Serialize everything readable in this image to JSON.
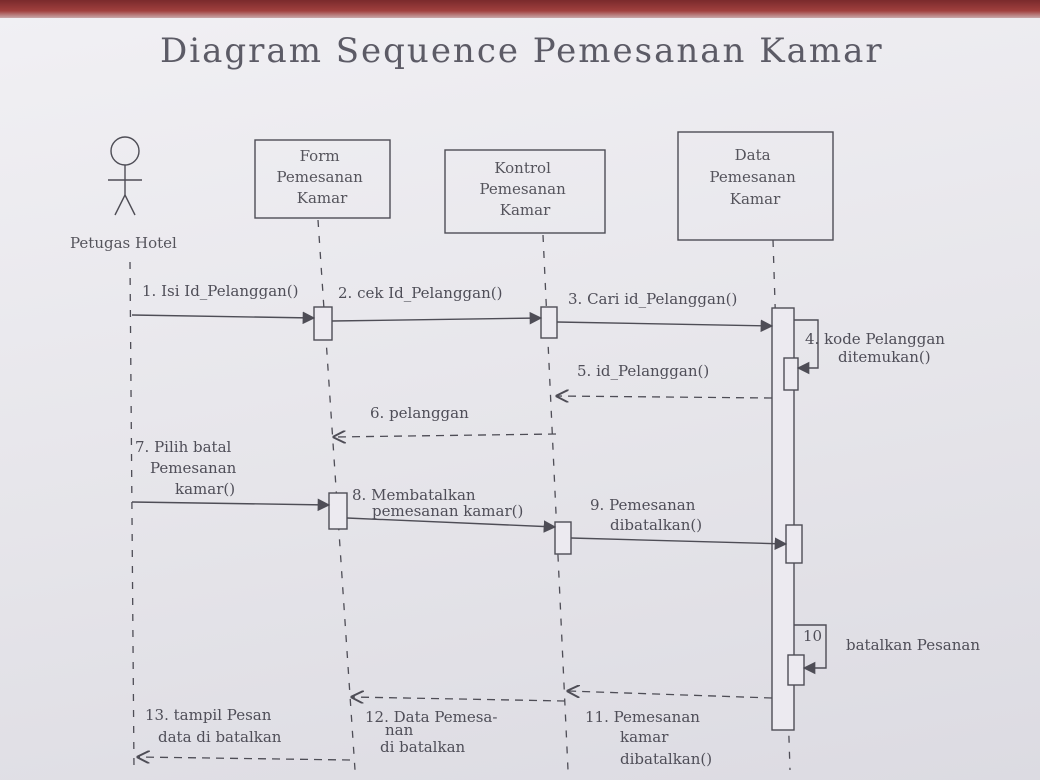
{
  "title": "Diagram Sequence Pemesanan Kamar",
  "actor": {
    "label": "Petugas Hotel"
  },
  "participants": [
    {
      "lines": [
        "Form",
        "Pemesanan",
        "Kamar"
      ]
    },
    {
      "lines": [
        "Kontrol",
        "Pemesanan",
        "Kamar"
      ]
    },
    {
      "lines": [
        "Data",
        "Pemesanan",
        "Kamar"
      ]
    }
  ],
  "messages": [
    {
      "lines": [
        "1. Isi Id_Pelanggan()"
      ]
    },
    {
      "lines": [
        "2. cek Id_Pelanggan()"
      ]
    },
    {
      "lines": [
        "3. Cari id_Pelanggan()"
      ]
    },
    {
      "lines": [
        "4. kode Pelanggan",
        "ditemukan()"
      ]
    },
    {
      "lines": [
        "5. id_Pelanggan()"
      ]
    },
    {
      "lines": [
        "6. pelanggan"
      ]
    },
    {
      "lines": [
        "7. Pilih batal",
        "Pemesanan",
        "kamar()"
      ]
    },
    {
      "lines": [
        "8. Membatalkan",
        "pemesanan kamar()"
      ]
    },
    {
      "lines": [
        "9. Pemesanan",
        "dibatalkan()"
      ]
    },
    {
      "lines": [
        "10",
        "batalkan Pesanan"
      ]
    },
    {
      "lines": [
        "11. Pemesanan",
        "kamar",
        "dibatalkan()"
      ]
    },
    {
      "lines": [
        "12. Data Pemesa-",
        "nan",
        "di batalkan"
      ]
    },
    {
      "lines": [
        "13. tampil Pesan",
        "data di batalkan"
      ]
    }
  ]
}
